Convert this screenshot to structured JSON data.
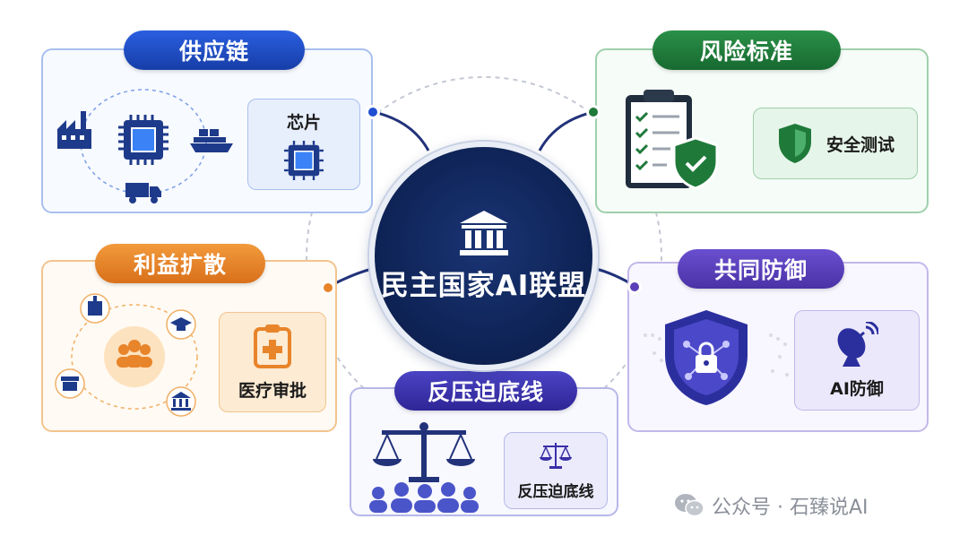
{
  "center": {
    "title": "民主国家AI联盟",
    "icon": "bank-building-icon"
  },
  "panels": {
    "supply_chain": {
      "title": "供应链",
      "sub_label": "芯片",
      "color": "#1f4fd1"
    },
    "risk_standard": {
      "title": "风险标准",
      "sub_label": "安全测试",
      "color": "#1f7a3a"
    },
    "benefit": {
      "title": "利益扩散",
      "sub_label": "医疗审批",
      "color": "#e8842a"
    },
    "defense": {
      "title": "共同防御",
      "sub_label": "AI防御",
      "color": "#5b3fb8"
    },
    "bottom_line": {
      "title": "反压迫底线",
      "sub_label": "反压迫底线",
      "color": "#3a2fa8"
    }
  },
  "watermark": {
    "text": "公众号 · 石臻说AI"
  }
}
